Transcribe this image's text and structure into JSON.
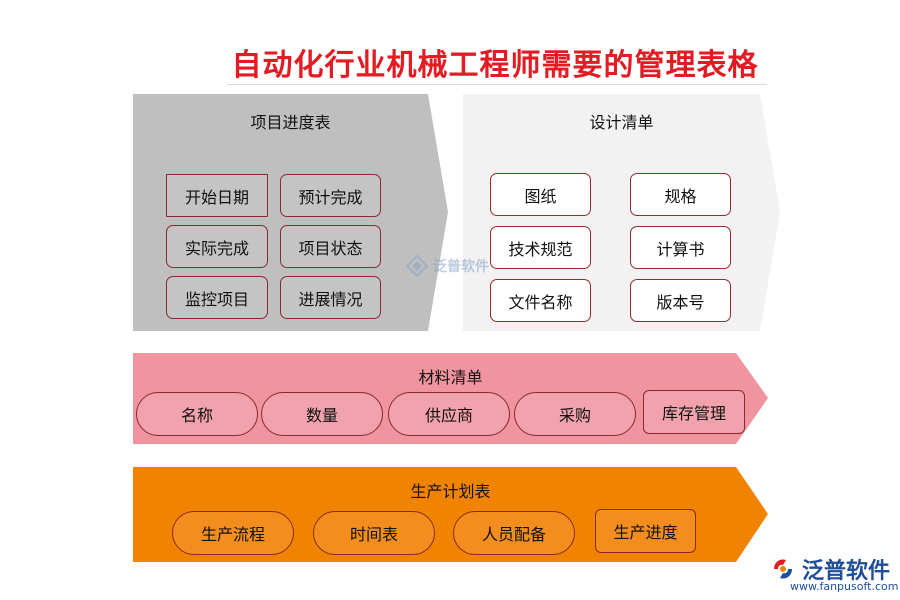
{
  "title": "自动化行业机械工程师需要的管理表格",
  "colors": {
    "title": "#e31c23",
    "band_gray": "#bfbfbf",
    "band_light": "#f2f2f2",
    "band_pink": "#f0959f",
    "band_orange": "#f08300",
    "border": "#8b1a1a",
    "logo": "#1f4e9a"
  },
  "project_schedule": {
    "label": "项目进度表",
    "items": [
      "开始日期",
      "预计完成",
      "实际完成",
      "项目状态",
      "监控项目",
      "进展情况"
    ]
  },
  "design_list": {
    "label": "设计清单",
    "items": [
      "图纸",
      "规格",
      "技术规范",
      "计算书",
      "文件名称",
      "版本号"
    ]
  },
  "material_list": {
    "label": "材料清单",
    "items": [
      "名称",
      "数量",
      "供应商",
      "采购",
      "库存管理"
    ]
  },
  "production_plan": {
    "label": "生产计划表",
    "items": [
      "生产流程",
      "时间表",
      "人员配备",
      "生产进度"
    ]
  },
  "watermark": {
    "text": "泛普软件",
    "icon": "fanpu-logo-icon"
  },
  "logo": {
    "text": "泛普软件",
    "url": "www.fanpusoft.com",
    "icon": "fanpu-logo-icon"
  }
}
